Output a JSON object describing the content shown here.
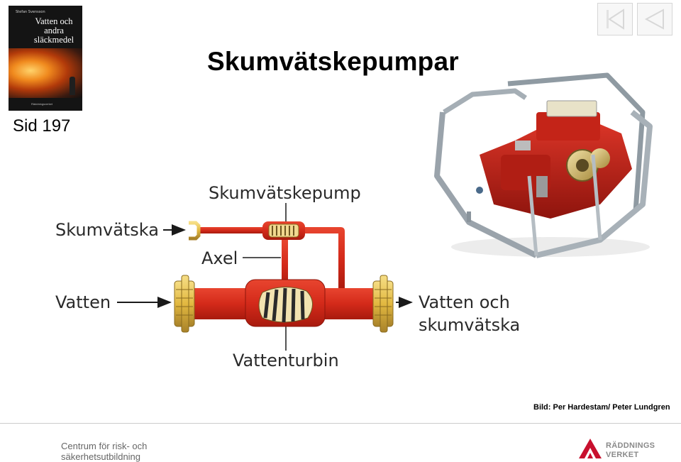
{
  "page_title": "Skumvätskepumpar",
  "page_label": "Sid 197",
  "book": {
    "author": "Stefan Svensson",
    "title_lines": [
      "Vatten och",
      "andra",
      "släckmedel"
    ],
    "publisher": "Räddningsverket"
  },
  "nav": {
    "first_icon": "first-page-icon",
    "prev_icon": "previous-page-icon"
  },
  "diagram": {
    "pump_label": "Skumvätskepump",
    "foam_label": "Skumvätska",
    "shaft_label": "Axel",
    "water_label": "Vatten",
    "output_line1": "Vatten och",
    "output_line2": "skumvätska",
    "turbine_label": "Vattenturbin"
  },
  "credit": "Bild: Per Hardestam/ Peter Lundgren",
  "footer": {
    "org_line1": "Centrum för risk- och",
    "org_line2": "säkerhetsutbildning",
    "agency_line1": "RÄDDNINGS",
    "agency_line2": "VERKET"
  },
  "colors": {
    "pipe_red": "#d42a1a",
    "coupling_gold": "#e8c04a",
    "logo_red": "#c8102e"
  }
}
